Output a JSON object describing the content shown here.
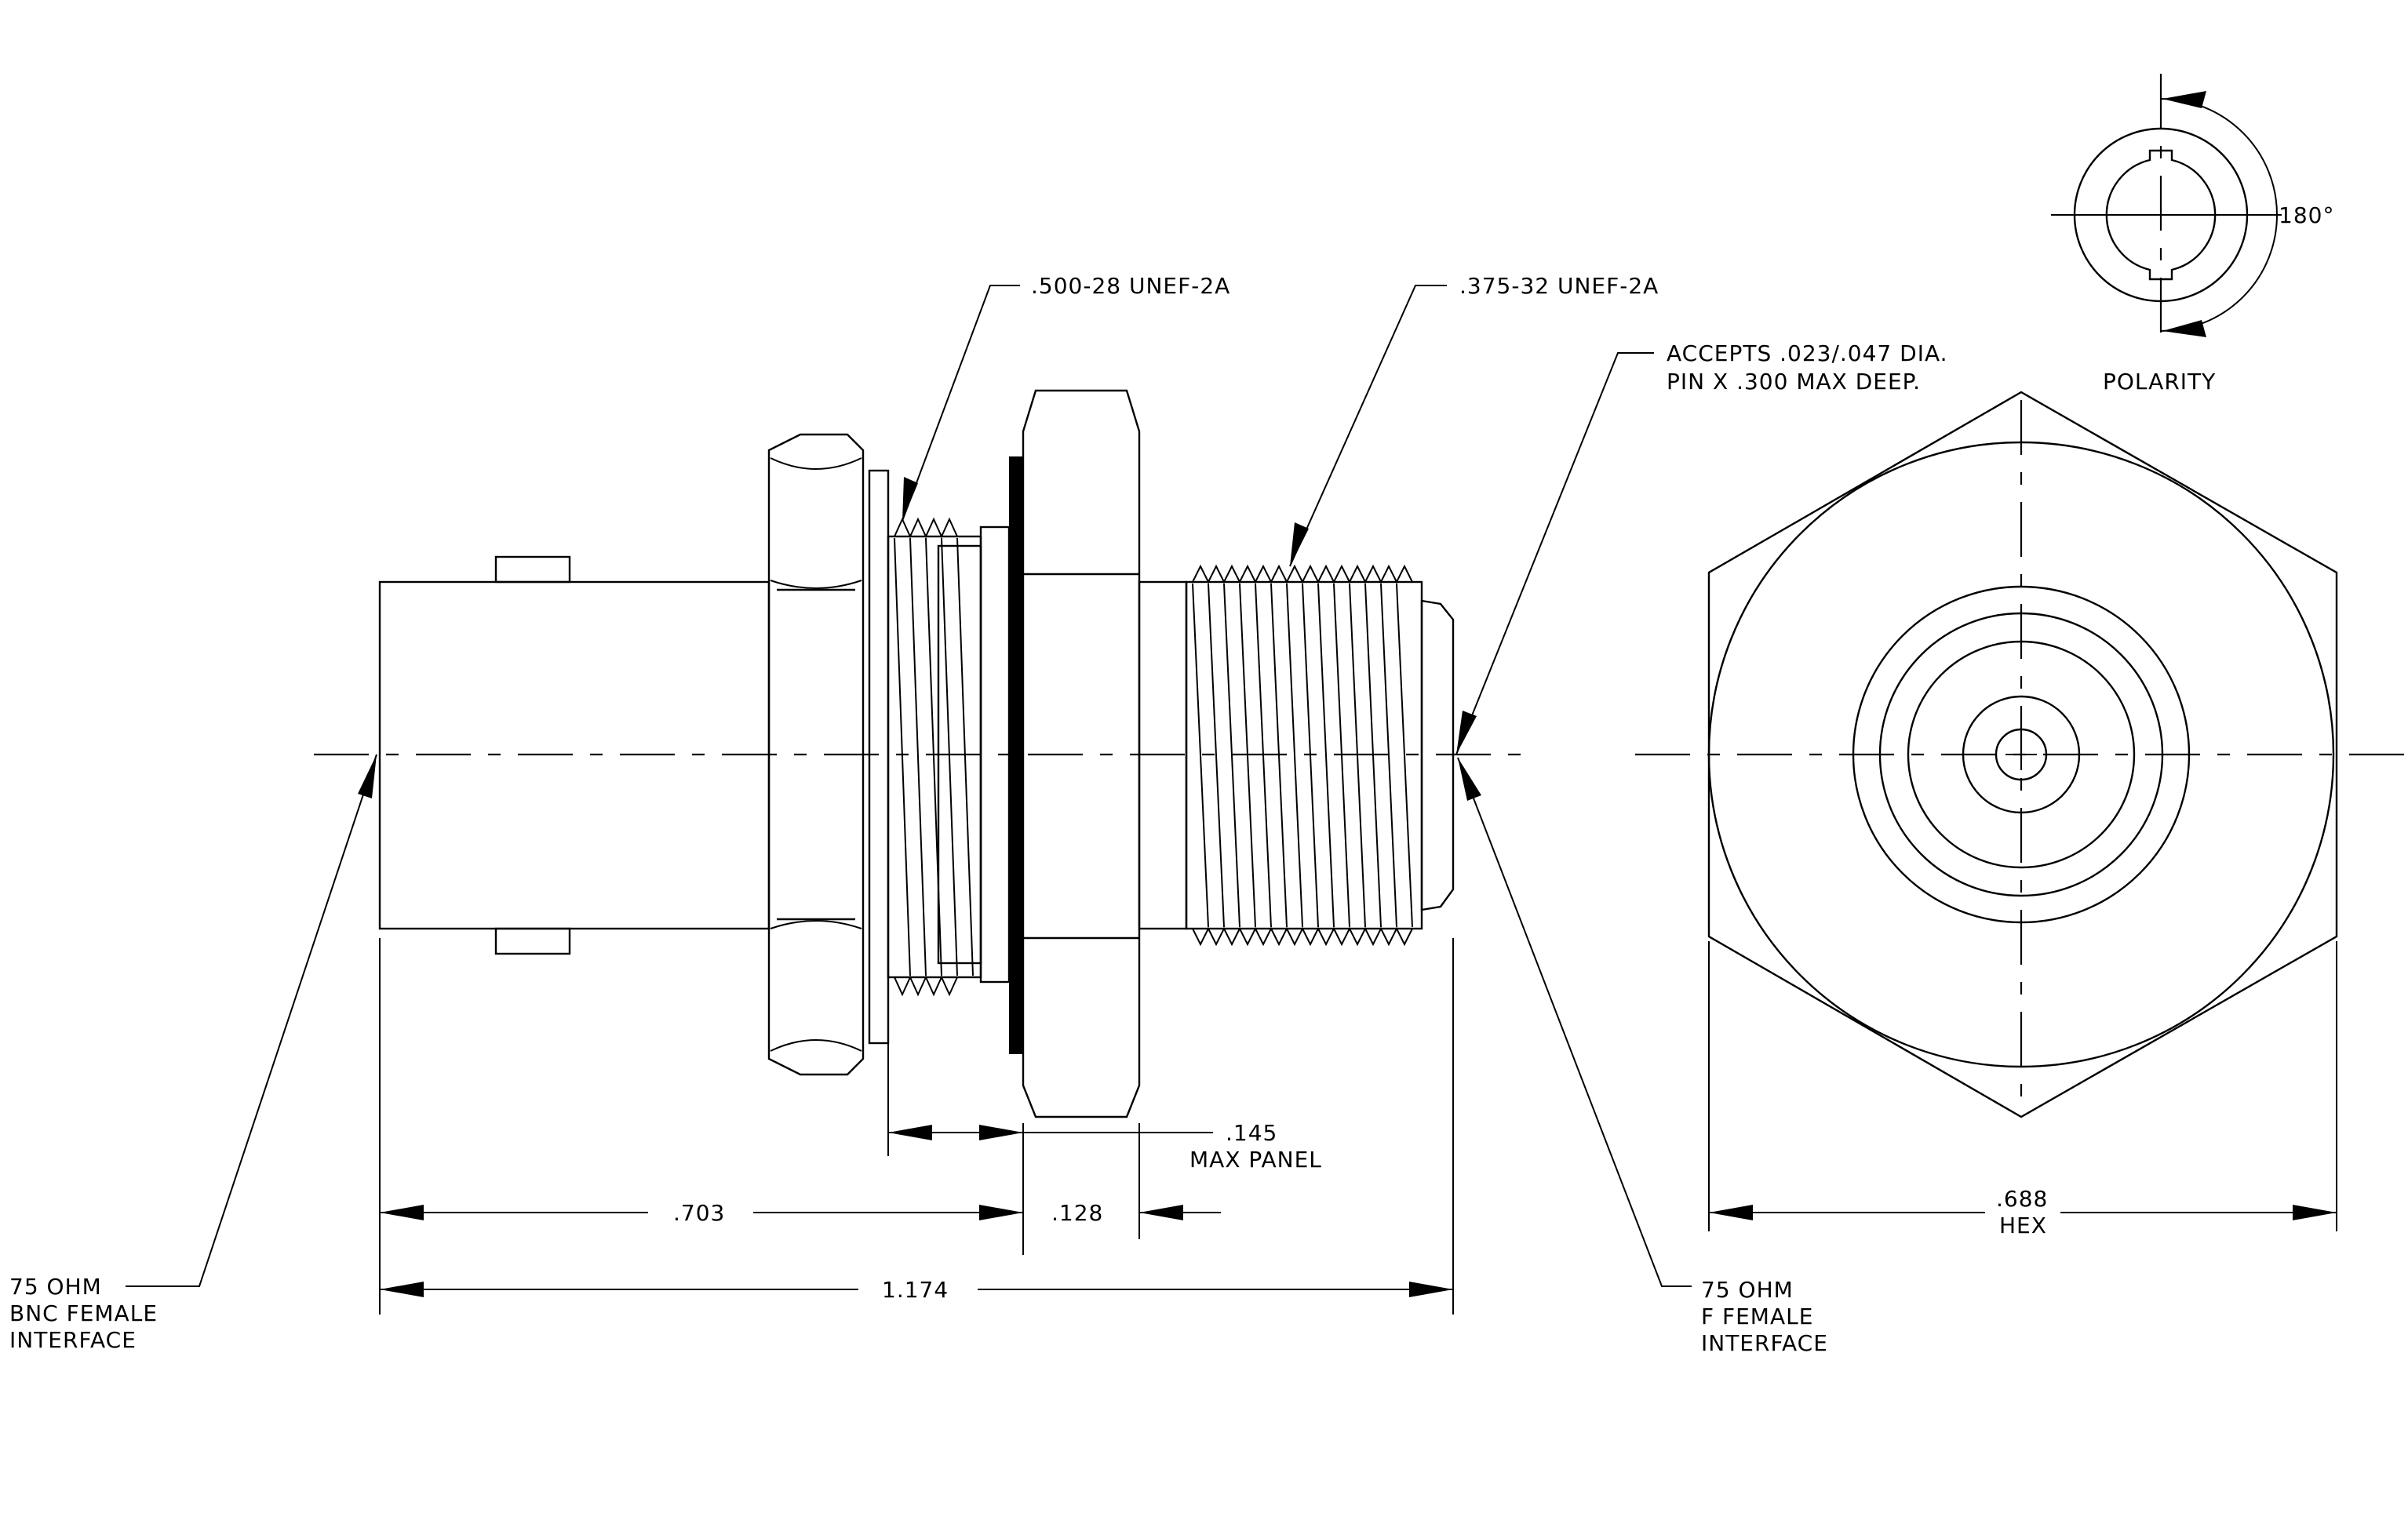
{
  "callouts": {
    "thread_500": ".500-28 UNEF-2A",
    "thread_375": ".375-32 UNEF-2A",
    "accepts_line1": "ACCEPTS .023/.047 DIA.",
    "accepts_line2": "PIN X .300 MAX DEEP.",
    "bnc_line1": "75 OHM",
    "bnc_line2": "BNC FEMALE",
    "bnc_line3": "INTERFACE",
    "f_line1": "75 OHM",
    "f_line2": "F FEMALE",
    "f_line3": "INTERFACE"
  },
  "dimensions": {
    "panel_value": ".145",
    "panel_label": "MAX PANEL",
    "d703": ".703",
    "d128": ".128",
    "d1174": "1.174",
    "hex_value": ".688",
    "hex_label": "HEX"
  },
  "polarity": {
    "angle": "180°",
    "label": "POLARITY"
  }
}
